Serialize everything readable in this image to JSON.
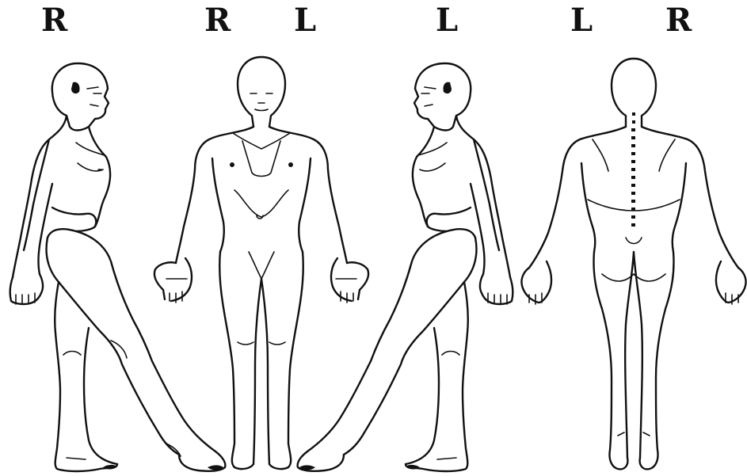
{
  "labels": {
    "side_right_view": "R",
    "front_right": "R",
    "front_left": "L",
    "side_left_view": "L",
    "back_left": "L",
    "back_right": "R"
  },
  "figures": [
    {
      "view": "right-side",
      "icon": "body-right-lateral-icon"
    },
    {
      "view": "front",
      "icon": "body-anterior-icon"
    },
    {
      "view": "left-side",
      "icon": "body-left-lateral-icon"
    },
    {
      "view": "back",
      "icon": "body-posterior-icon"
    }
  ],
  "colors": {
    "ink": "#111111",
    "background": "#ffffff"
  }
}
